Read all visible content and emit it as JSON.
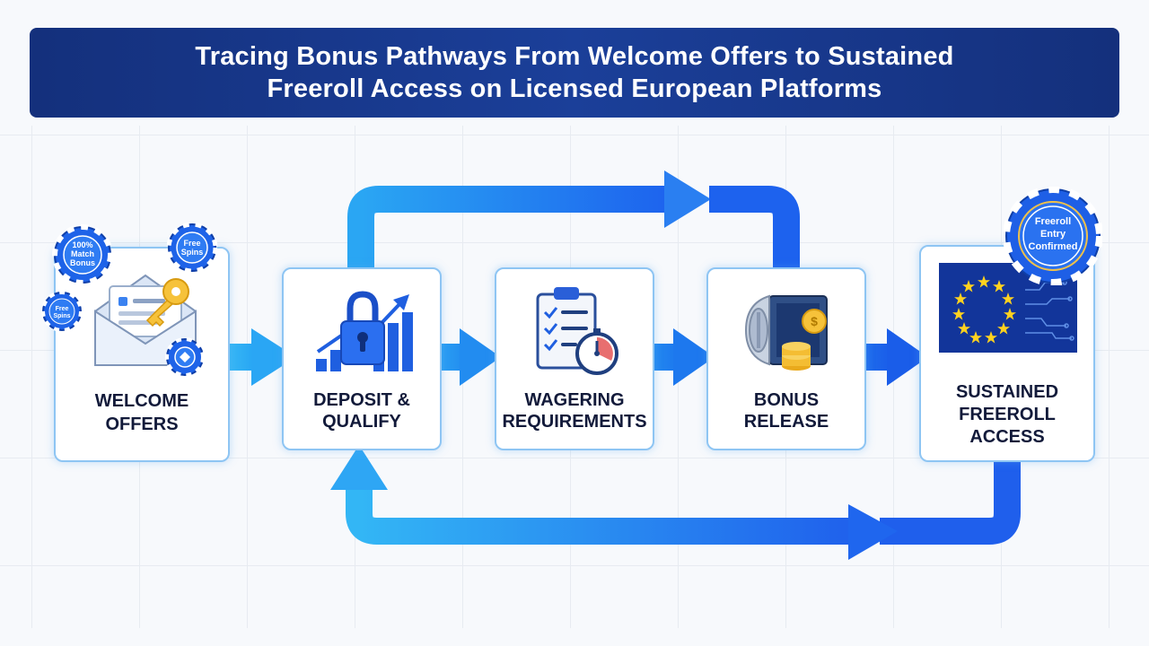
{
  "title": {
    "line1": "Tracing Bonus Pathways From Welcome Offers to Sustained",
    "line2": "Freeroll Access on Licensed European Platforms"
  },
  "steps": [
    {
      "label_line1": "WELCOME",
      "label_line2": "OFFERS",
      "icon": "envelope-key-icon"
    },
    {
      "label_line1": "DEPOSIT &",
      "label_line2": "QUALIFY",
      "icon": "lock-chart-icon"
    },
    {
      "label_line1": "WAGERING",
      "label_line2": "REQUIREMENTS",
      "icon": "checklist-stopwatch-icon"
    },
    {
      "label_line1": "BONUS",
      "label_line2": "RELEASE",
      "icon": "vault-coins-icon"
    },
    {
      "label_line1": "SUSTAINED",
      "label_line2": "FREEROLL",
      "label_line3": "ACCESS",
      "icon": "eu-flag-icon"
    }
  ],
  "chips": {
    "match_bonus": {
      "line1": "100%",
      "line2": "Match",
      "line3": "Bonus"
    },
    "free_spins_right": {
      "line1": "Free",
      "line2": "Spins"
    },
    "free_spins_left": {
      "line1": "Free",
      "line2": "Spins"
    },
    "freeroll_badge": {
      "line1": "Freeroll",
      "line2": "Entry",
      "line3": "Confirmed"
    }
  },
  "colors": {
    "title_bg": "#1b3f99",
    "arrow_light": "#33b6f5",
    "arrow_dark": "#1f63f0",
    "box_border": "#8ec5f3",
    "label_text": "#121a3a"
  }
}
